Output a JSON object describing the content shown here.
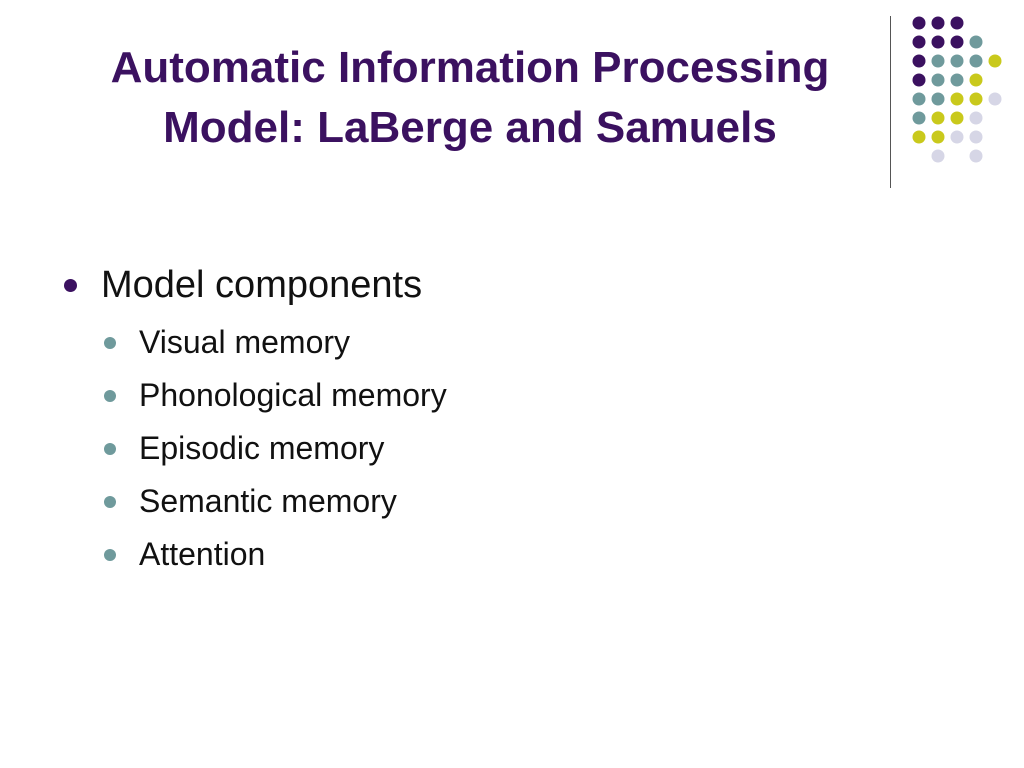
{
  "slide": {
    "title_line1": "Automatic Information Processing",
    "title_line2": "Model: LaBerge and Samuels",
    "bullets": [
      {
        "label": "Model components",
        "children": [
          "Visual memory",
          "Phonological memory",
          "Episodic memory",
          "Semantic memory",
          "Attention"
        ]
      }
    ]
  },
  "colors": {
    "title": "#3b1160",
    "dot_purple": "#3b1160",
    "dot_teal": "#6f9a9c",
    "dot_yellow": "#c9c91c",
    "dot_lavender": "#d6d6e6"
  }
}
